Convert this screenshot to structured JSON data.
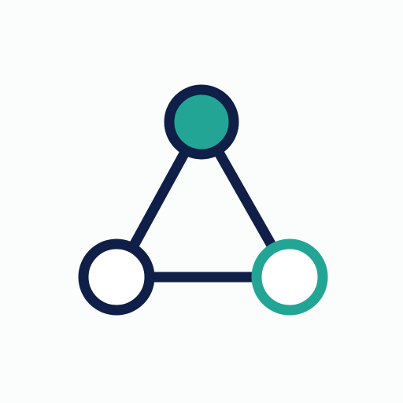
{
  "icon": {
    "name": "network-triangle-icon",
    "colors": {
      "background": "#fbfdfd",
      "outline": "#0f1f47",
      "accent": "#23a596",
      "node_fill_light": "#ffffff"
    },
    "nodes": [
      {
        "name": "top-node",
        "style": "filled-accent"
      },
      {
        "name": "bottom-left-node",
        "style": "hollow-dark"
      },
      {
        "name": "bottom-right-node",
        "style": "hollow-accent"
      }
    ],
    "edges": [
      {
        "from": "top-node",
        "to": "bottom-left-node"
      },
      {
        "from": "top-node",
        "to": "bottom-right-node"
      },
      {
        "from": "bottom-left-node",
        "to": "bottom-right-node"
      }
    ]
  }
}
